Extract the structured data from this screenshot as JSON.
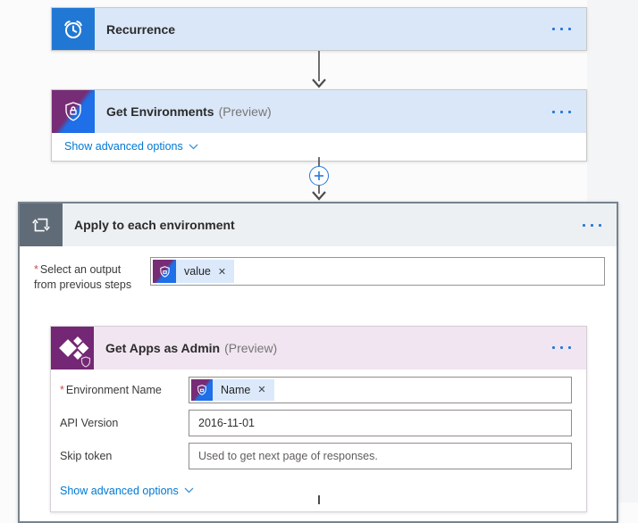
{
  "colors": {
    "accent_blue": "#2779d8",
    "link_blue": "#0078d4",
    "header_blue": "#dae7f8",
    "header_gray": "#edf0f2",
    "header_purple": "#f0e5f0",
    "icon_blue": "#2178d4",
    "icon_purple": "#742774",
    "icon_slate": "#5f6c77",
    "scope_border": "#76838e",
    "token_bg": "#dbe9fb"
  },
  "recurrence": {
    "title": "Recurrence"
  },
  "get_environments": {
    "title": "Get Environments",
    "preview": "(Preview)",
    "advanced_options": "Show advanced options"
  },
  "apply_to_each": {
    "title": "Apply to each environment",
    "output": {
      "required": "*",
      "line1": "Select an output",
      "line2": "from previous steps",
      "token": {
        "label": "value",
        "dismiss": "✕"
      }
    }
  },
  "get_apps": {
    "title": "Get Apps as Admin",
    "preview": "(Preview)",
    "advanced_options": "Show advanced options",
    "fields": {
      "environment_name": {
        "required": "*",
        "label": "Environment Name",
        "token": {
          "label": "Name",
          "dismiss": "✕"
        }
      },
      "api_version": {
        "label": "API Version",
        "value": "2016-11-01"
      },
      "skip_token": {
        "label": "Skip token",
        "placeholder": "Used to get next page of responses."
      }
    }
  }
}
